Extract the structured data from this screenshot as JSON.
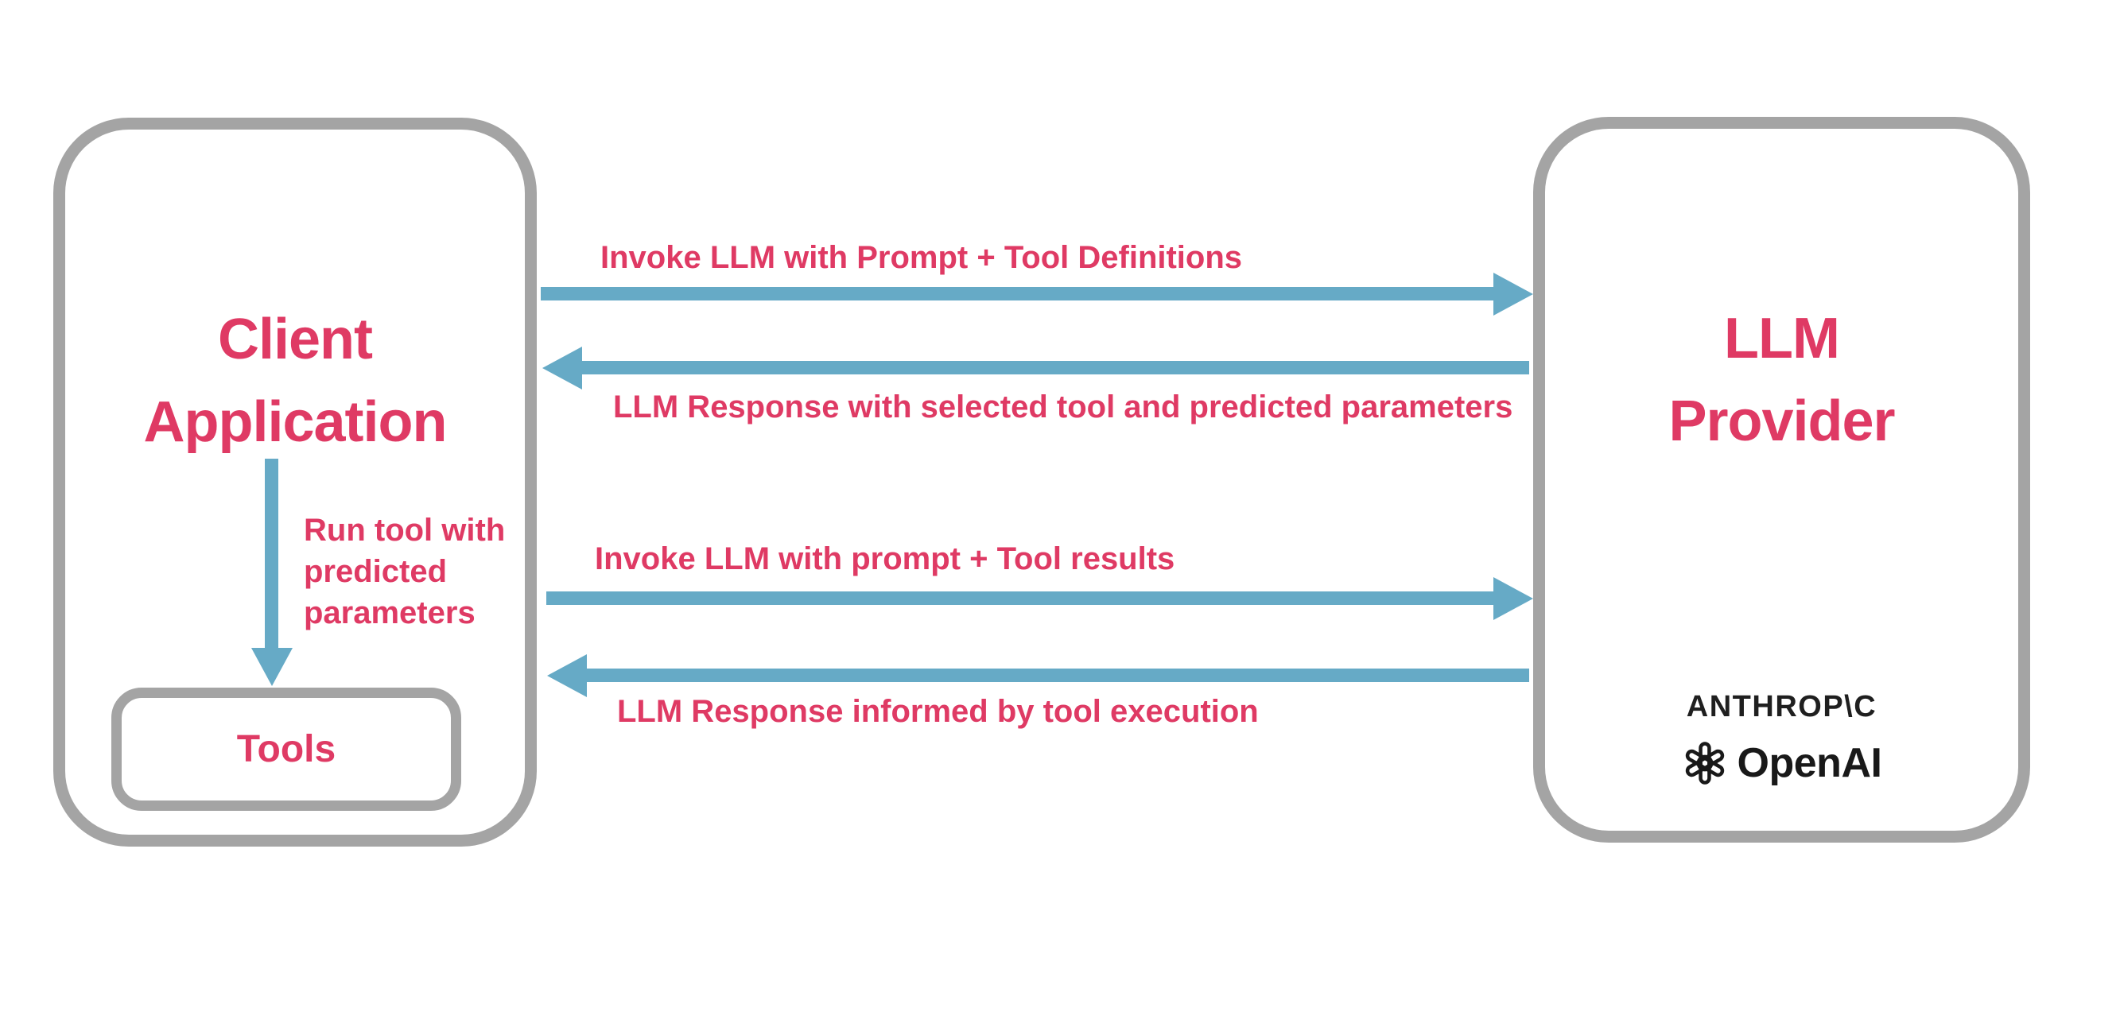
{
  "diagram": {
    "title_context": "Client application tool-use flow with an LLM provider",
    "client_box": {
      "title_line1": "Client",
      "title_line2": "Application",
      "run_tool_label_lines": [
        "Run tool with",
        "predicted",
        "parameters"
      ],
      "tools_label": "Tools"
    },
    "provider_box": {
      "title_line1": "LLM",
      "title_line2": "Provider",
      "anthropic_wordmark": "ANTHROP\\C",
      "openai_wordmark": "OpenAI"
    },
    "arrows": [
      {
        "direction": "right",
        "from": "Client Application",
        "to": "LLM Provider",
        "label": "Invoke LLM with Prompt + Tool Definitions"
      },
      {
        "direction": "left",
        "from": "LLM Provider",
        "to": "Client Application",
        "label": "LLM Response with selected tool and predicted parameters"
      },
      {
        "direction": "right",
        "from": "Client Application",
        "to": "LLM Provider",
        "label": "Invoke LLM with prompt + Tool results"
      },
      {
        "direction": "left",
        "from": "LLM Provider",
        "to": "Client Application",
        "label": "LLM Response informed by tool execution"
      },
      {
        "direction": "down",
        "from": "Client Application",
        "to": "Tools",
        "label": "Run tool with predicted parameters"
      }
    ],
    "colors": {
      "pink": "#DF3A64",
      "blue": "#66AAC6",
      "gray": "#A4A4A4",
      "ink": "#1F1F1F"
    }
  }
}
